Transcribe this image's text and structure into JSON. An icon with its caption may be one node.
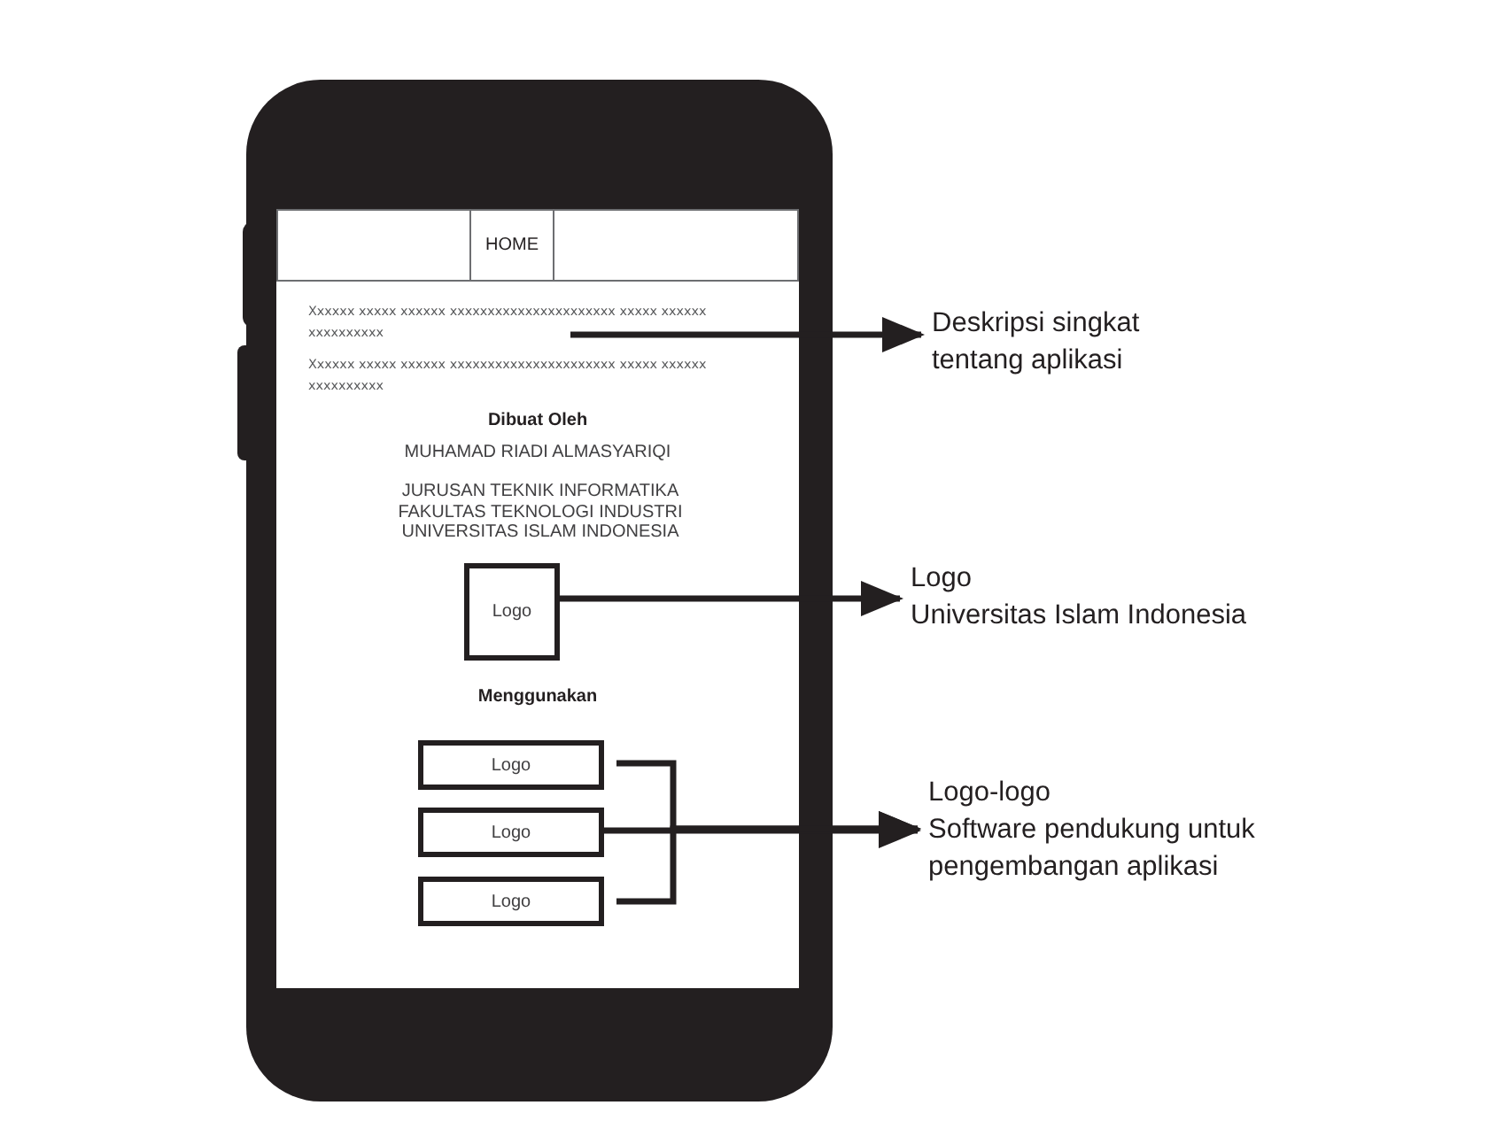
{
  "diagram": {
    "nodes": [
      {
        "text": [
          "HOME"
        ]
      },
      {
        "text": [
          "Xxxxxx xxxxx xxxxxx xxxxxxxxxxxxxxxxxxxxxx xxxxx xxxxxx xxxxxxxxxx"
        ]
      },
      {
        "text": [
          "Logo"
        ]
      },
      {
        "text": [
          "Logo"
        ]
      },
      {
        "text": [
          "Logo"
        ]
      },
      {
        "text": [
          "Logo"
        ]
      },
      {
        "text": [
          "Deskripsi singkat tentang aplikasi"
        ]
      },
      {
        "text": [
          "Logo",
          "Universitas Islam Indonesia"
        ]
      },
      {
        "text": [
          "Logo-logo",
          "Software pendukung untuk pengembangan aplikasi"
        ]
      }
    ],
    "edges": [
      {
        "from": 1,
        "to": 6,
        "arrow": "to"
      },
      {
        "from": 2,
        "to": 7,
        "arrow": "to"
      },
      {
        "from": 3,
        "to": 8,
        "arrow": "to"
      },
      {
        "from": 4,
        "to": 8,
        "arrow": "to"
      },
      {
        "from": 5,
        "to": 8,
        "arrow": "to"
      }
    ],
    "labels": [
      "Xxxxxx xxxxx xxxxxx xxxxxxxxxxxxxxxxxxxxxx xxxxx xxxxxx xxxxxxxxxx",
      "Dibuat Oleh",
      "MUHAMAD RIADI ALMASYARIQI",
      "JURUSAN TEKNIK INFORMATIKA FAKULTAS TEKNOLOGI INDUSTRI UNIVERSITAS ISLAM INDONESIA",
      "Menggunakan"
    ]
  }
}
